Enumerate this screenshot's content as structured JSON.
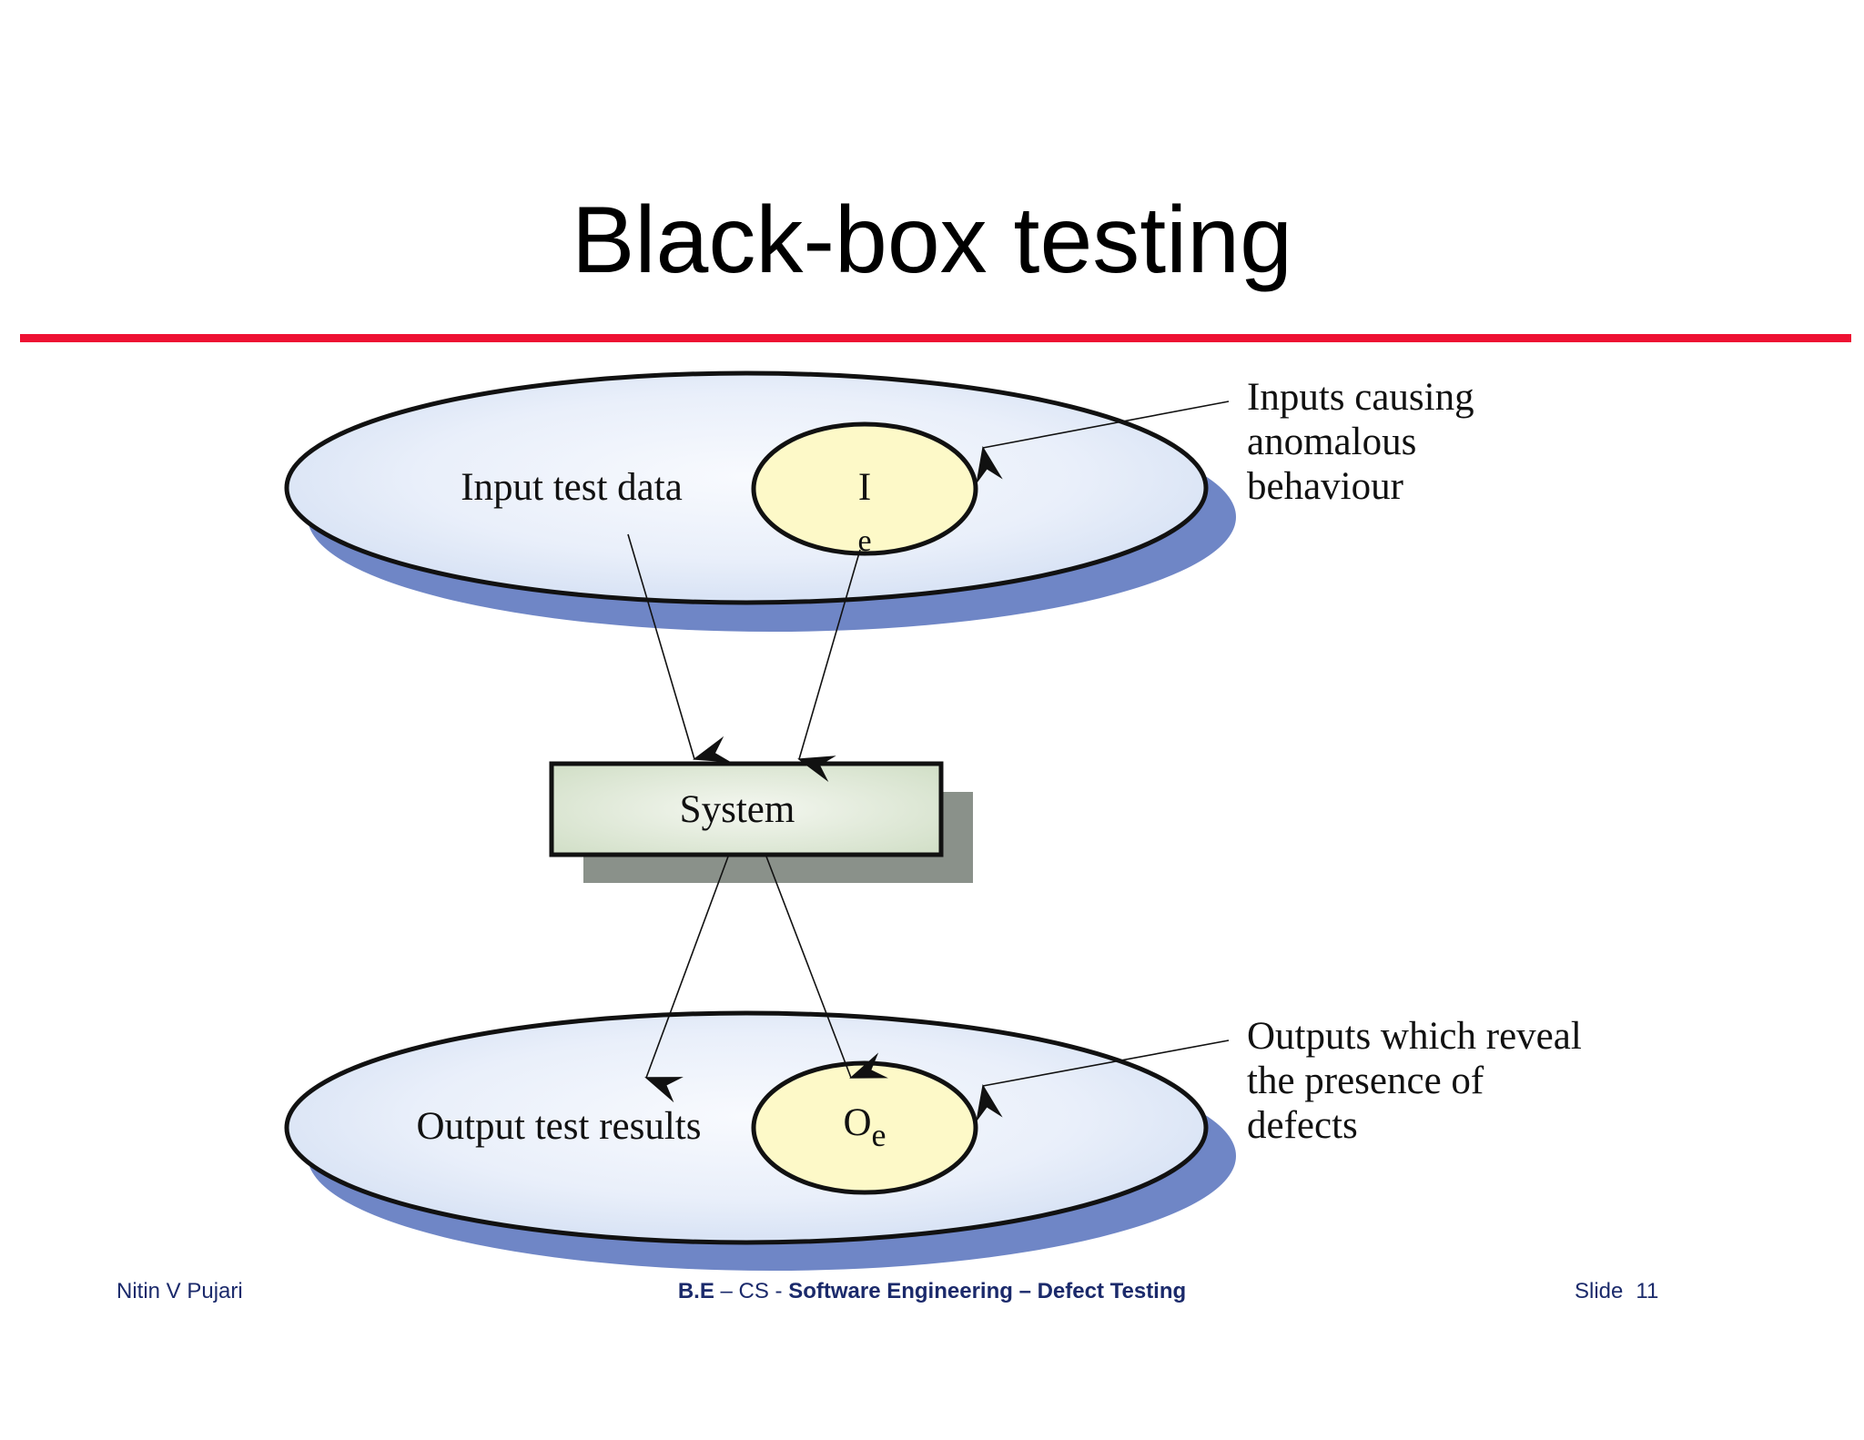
{
  "slide": {
    "title": "Black-box testing"
  },
  "diagram": {
    "input_set_label": "Input test data",
    "input_subset": {
      "main": "I",
      "sub": "e"
    },
    "system_label": "System",
    "output_set_label": "Output test results",
    "output_subset": {
      "main": "O",
      "sub": "e"
    },
    "annotation_inputs": [
      "Inputs causing",
      "anomalous",
      "behaviour"
    ],
    "annotation_outputs": [
      "Outputs which reveal",
      "the presence of",
      "defects"
    ]
  },
  "footer": {
    "author": "Nitin V Pujari",
    "course_part1": "B.E",
    "course_part2": "– CS -",
    "course_part3": "Software Engineering – Defect Testing",
    "slide_label": "Slide",
    "slide_number": "11"
  },
  "colors": {
    "rule": "#ee1133",
    "set_fill": "#dbe6f6",
    "set_shadow": "#6f86c6",
    "subset_fill": "#fdf9c8",
    "system_fill": "#dde8d4",
    "system_shadow": "#8a918a",
    "footer_text": "#1b2a6b"
  }
}
